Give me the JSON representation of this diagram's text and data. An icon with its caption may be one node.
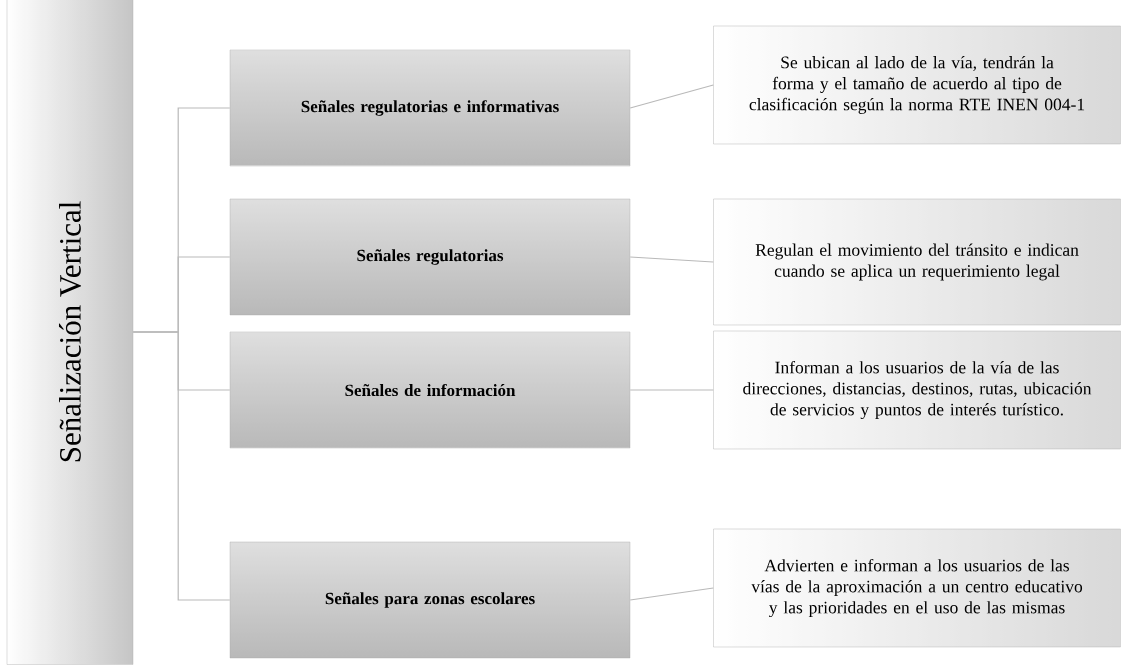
{
  "diagram": {
    "nodes": [
      {
        "text": [
          "Señalización Vertical"
        ]
      },
      {
        "text": [
          "Señales regulatorias e informativas"
        ]
      },
      {
        "text": [
          "Señales regulatorias"
        ]
      },
      {
        "text": [
          "Señales de información"
        ]
      },
      {
        "text": [
          "Señales para zonas escolares"
        ]
      },
      {
        "text": [
          "Se ubican al lado de la vía, tendrán la forma y el tamaño de acuerdo al tipo de clasificación según la norma RTE INEN 004-1"
        ]
      },
      {
        "text": [
          "Regulan el movimiento del tránsito e indican cuando se aplica un requerimiento legal"
        ]
      },
      {
        "text": [
          "Informan a los usuarios de la vía de las direcciones, distancias, destinos, rutas, ubicación de servicios y puntos de interés turístico."
        ]
      },
      {
        "text": [
          "Advierten e informan a los usuarios de las vías de la aproximación a un centro educativo y las prioridades en el uso de las mismas"
        ]
      }
    ],
    "edges": [
      {
        "from": 0,
        "to": 1,
        "arrow": "none"
      },
      {
        "from": 0,
        "to": 2,
        "arrow": "none"
      },
      {
        "from": 0,
        "to": 3,
        "arrow": "none"
      },
      {
        "from": 0,
        "to": 4,
        "arrow": "none"
      },
      {
        "from": 1,
        "to": 5,
        "arrow": "none"
      },
      {
        "from": 2,
        "to": 6,
        "arrow": "none"
      },
      {
        "from": 3,
        "to": 7,
        "arrow": "none"
      },
      {
        "from": 4,
        "to": 8,
        "arrow": "none"
      }
    ]
  }
}
